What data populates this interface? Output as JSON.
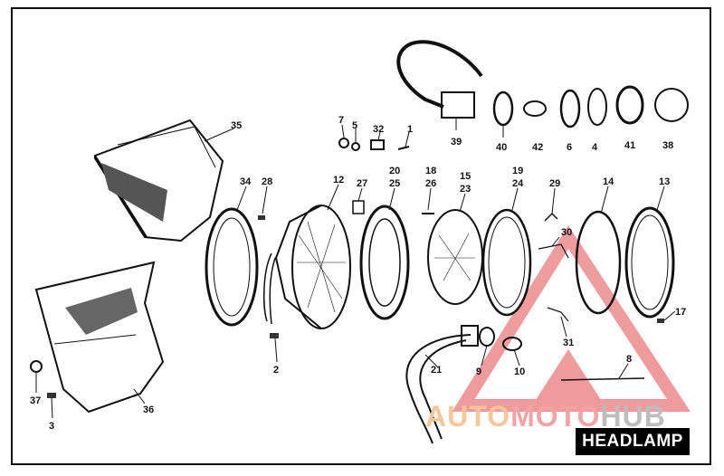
{
  "title": "HEADLAMP",
  "watermark": {
    "part1": "AUTO",
    "part2": "MOTO",
    "part3": "HUB"
  },
  "colors": {
    "line": "#111111",
    "watermark_red": "#e24b4b",
    "watermark_orange": "#f2a25a",
    "watermark_gray": "#9a9a9a"
  },
  "callouts": [
    {
      "id": "c35",
      "label": "35"
    },
    {
      "id": "c7",
      "label": "7"
    },
    {
      "id": "c5",
      "label": "5"
    },
    {
      "id": "c32",
      "label": "32"
    },
    {
      "id": "c1",
      "label": "1"
    },
    {
      "id": "c39",
      "label": "39"
    },
    {
      "id": "c40",
      "label": "40"
    },
    {
      "id": "c42",
      "label": "42"
    },
    {
      "id": "c6",
      "label": "6"
    },
    {
      "id": "c4",
      "label": "4"
    },
    {
      "id": "c41",
      "label": "41"
    },
    {
      "id": "c38",
      "label": "38"
    },
    {
      "id": "c34",
      "label": "34"
    },
    {
      "id": "c28",
      "label": "28"
    },
    {
      "id": "c12",
      "label": "12"
    },
    {
      "id": "c27",
      "label": "27"
    },
    {
      "id": "c20",
      "label": "20"
    },
    {
      "id": "c25",
      "label": "25"
    },
    {
      "id": "c18",
      "label": "18"
    },
    {
      "id": "c26",
      "label": "26"
    },
    {
      "id": "c15",
      "label": "15"
    },
    {
      "id": "c23",
      "label": "23"
    },
    {
      "id": "c19",
      "label": "19"
    },
    {
      "id": "c24",
      "label": "24"
    },
    {
      "id": "c29",
      "label": "29"
    },
    {
      "id": "c14",
      "label": "14"
    },
    {
      "id": "c13",
      "label": "13"
    },
    {
      "id": "c30",
      "label": "30"
    },
    {
      "id": "c17",
      "label": "17"
    },
    {
      "id": "c31",
      "label": "31"
    },
    {
      "id": "c2",
      "label": "2"
    },
    {
      "id": "c21",
      "label": "21"
    },
    {
      "id": "c9",
      "label": "9"
    },
    {
      "id": "c10",
      "label": "10"
    },
    {
      "id": "c8",
      "label": "8"
    },
    {
      "id": "c37",
      "label": "37"
    },
    {
      "id": "c36",
      "label": "36"
    },
    {
      "id": "c3",
      "label": "3"
    }
  ]
}
